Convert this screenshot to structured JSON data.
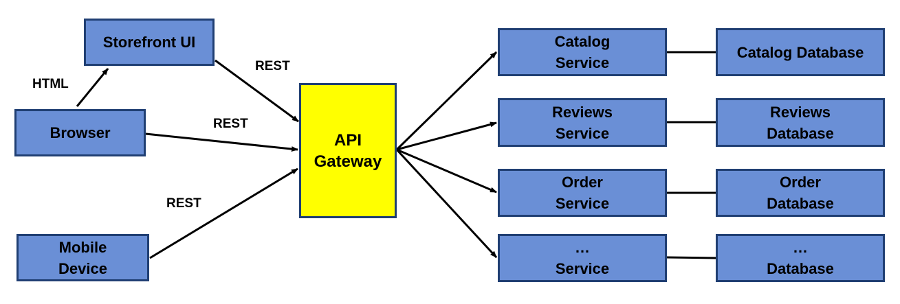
{
  "nodes": {
    "storefront": "Storefront UI",
    "browser": "Browser",
    "mobile": "Mobile\nDevice",
    "gateway": "API\nGateway",
    "catalog_service": "Catalog\nService",
    "reviews_service": "Reviews\nService",
    "order_service": "Order\nService",
    "other_service": "…\nService",
    "catalog_db": "Catalog Database",
    "reviews_db": "Reviews\nDatabase",
    "order_db": "Order\nDatabase",
    "other_db": "…\nDatabase"
  },
  "edge_labels": {
    "html": "HTML",
    "rest_storefront": "REST",
    "rest_browser": "REST",
    "rest_mobile": "REST"
  },
  "colors": {
    "box_fill": "#6a8fd6",
    "box_border": "#203f73",
    "gateway_fill": "#ffff00"
  }
}
